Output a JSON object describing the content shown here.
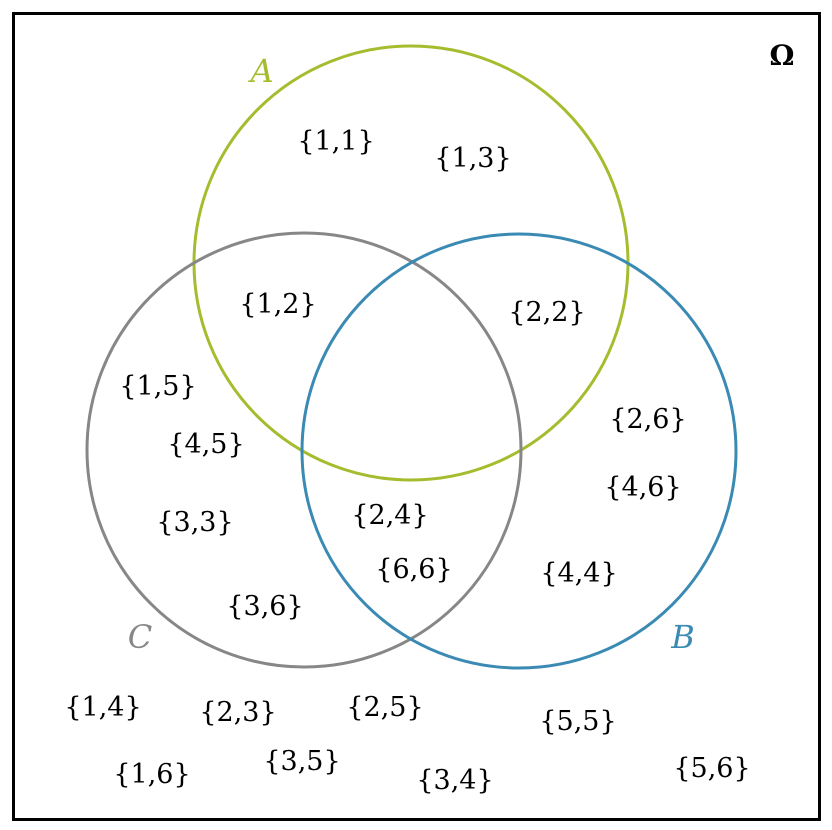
{
  "universe_label": "Ω",
  "sets": {
    "A": {
      "label": "A",
      "color": "#a4bd2e"
    },
    "B": {
      "label": "B",
      "color": "#3a8ab4"
    },
    "C": {
      "label": "C",
      "color": "#878787"
    }
  },
  "elements": {
    "e11": "{1,1}",
    "e13": "{1,3}",
    "e12": "{1,2}",
    "e22": "{2,2}",
    "e15": "{1,5}",
    "e45": "{4,5}",
    "e33": "{3,3}",
    "e36": "{3,6}",
    "e24": "{2,4}",
    "e66": "{6,6}",
    "e26": "{2,6}",
    "e46": "{4,6}",
    "e44": "{4,4}",
    "e14": "{1,4}",
    "e23": "{2,3}",
    "e25": "{2,5}",
    "e55": "{5,5}",
    "e16": "{1,6}",
    "e35": "{3,5}",
    "e34": "{3,4}",
    "e56": "{5,6}"
  }
}
